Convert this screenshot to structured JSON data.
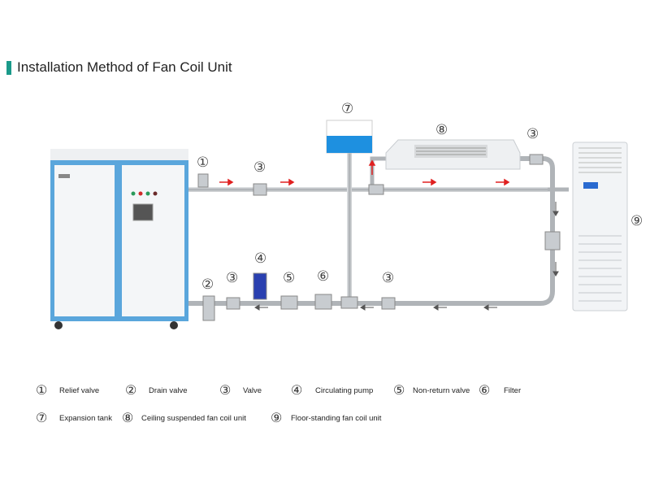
{
  "title": "Installation Method of Fan Coil Unit",
  "colors": {
    "accent": "#1a9a8a",
    "unit_blue": "#5aa6dc",
    "pipe": "#b8bcc0",
    "arrow_red": "#e02020",
    "tank_blue": "#1e90e0"
  },
  "diagram_labels": [
    "①",
    "②",
    "③",
    "④",
    "⑤",
    "⑥",
    "⑦",
    "⑧",
    "⑨"
  ],
  "legend": [
    {
      "num": "①",
      "label": "Relief valve"
    },
    {
      "num": "②",
      "label": "Drain valve"
    },
    {
      "num": "③",
      "label": "Valve"
    },
    {
      "num": "④",
      "label": "Circulating pump"
    },
    {
      "num": "⑤",
      "label": "Non-return valve"
    },
    {
      "num": "⑥",
      "label": "Filter"
    },
    {
      "num": "⑦",
      "label": "Expansion tank"
    },
    {
      "num": "⑧",
      "label": "Ceiling suspended fan coil unit"
    },
    {
      "num": "⑨",
      "label": "Floor-standing fan coil unit"
    }
  ]
}
